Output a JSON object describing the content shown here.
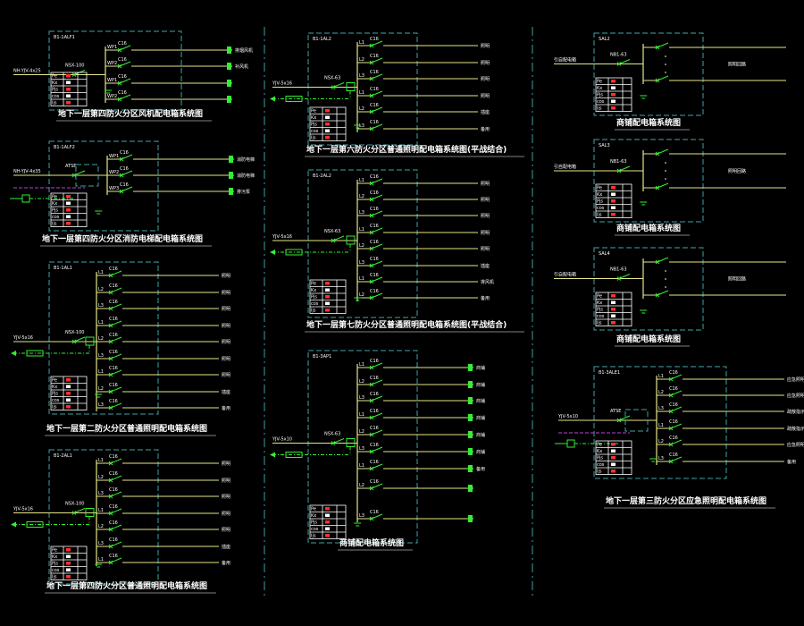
{
  "drawing": {
    "background": "#000000",
    "colors": {
      "wire": "#e6e68a",
      "frame": "#3fa3a3",
      "device": "#33ee33",
      "control": "#c040e0",
      "text": "#ffffff",
      "highlight": "#ff3030"
    }
  },
  "panels": [
    {
      "id": "p1",
      "code": "B1-1ALF1",
      "title": "地下一层第四防火分区风机配电箱系统图",
      "subtitle": "",
      "incoming": "NH-YJV-4x25",
      "main_breaker": "NSX-100",
      "circuits": [
        "WP1",
        "WP2"
      ],
      "loads": [
        "排烟风机",
        "补风机"
      ]
    },
    {
      "id": "p2",
      "code": "B1-1ALF2",
      "title": "地下一层第四防火分区消防电梯配电箱系统图",
      "incoming": "NH-YJV-4x35",
      "main_breaker": "ATSE",
      "circuits": [
        "WP1",
        "WP2",
        "WP3"
      ],
      "loads": [
        "消防电梯",
        "消防电梯",
        "排污泵"
      ]
    },
    {
      "id": "p3",
      "code": "B1-1AL1",
      "title": "地下一层第二防火分区普通照明配电箱系统图",
      "incoming": "YJV-5x16",
      "main_breaker": "NSX-100",
      "circuits": [
        "L1",
        "L2",
        "L3",
        "L1",
        "L2",
        "L3",
        "L1",
        "L2",
        "L3"
      ],
      "loads": [
        "照明",
        "照明",
        "照明",
        "照明",
        "照明",
        "照明",
        "照明",
        "插座",
        "备用"
      ]
    },
    {
      "id": "p4",
      "code": "B1-2AL1",
      "title": "地下一层第四防火分区普通照明配电箱系统图",
      "incoming": "YJV-5x16",
      "main_breaker": "NSX-100",
      "circuits": [
        "L1",
        "L2",
        "L3",
        "L1",
        "L2",
        "L3",
        "L1"
      ],
      "loads": [
        "照明",
        "照明",
        "照明",
        "照明",
        "照明",
        "插座",
        "备用"
      ]
    },
    {
      "id": "p5",
      "code": "B1-1AL2",
      "title": "地下一层第六防火分区普通照明配电箱系统图(平战结合)",
      "incoming": "YJV-5x16",
      "main_breaker": "NSX-63",
      "circuits": [
        "L1",
        "L2",
        "L3",
        "L1",
        "L2",
        "L3"
      ],
      "loads": [
        "照明",
        "照明",
        "照明",
        "照明",
        "插座",
        "备用"
      ]
    },
    {
      "id": "p6",
      "code": "B1-2AL2",
      "title": "地下一层第七防火分区普通照明配电箱系统图(平战结合)",
      "incoming": "YJV-5x16",
      "main_breaker": "NSX-63",
      "circuits": [
        "L1",
        "L2",
        "L3",
        "L1",
        "L2",
        "L3",
        "L1",
        "L2"
      ],
      "loads": [
        "照明",
        "照明",
        "照明",
        "照明",
        "照明",
        "插座",
        "排风机",
        "备用"
      ]
    },
    {
      "id": "p7",
      "code": "B1-3AP1",
      "title": "商铺配电箱系统图",
      "incoming": "YJV-5x10",
      "main_breaker": "NSX-63",
      "circuits": [
        "L1",
        "L2",
        "L3",
        "L1",
        "L2",
        "L3",
        "L1",
        "L2",
        "L3"
      ],
      "loads": [
        "商铺",
        "商铺",
        "商铺",
        "商铺",
        "商铺",
        "商铺",
        "备用"
      ]
    },
    {
      "id": "p8",
      "code": "SAL2",
      "title": "商铺配电箱系统图",
      "incoming": "引自配电箱",
      "main_breaker": "NB1-63",
      "circuits": [
        "L1",
        "L2"
      ],
      "loads": [
        "照明回路"
      ]
    },
    {
      "id": "p9",
      "code": "SAL3",
      "title": "商铺配电箱系统图",
      "incoming": "引自配电箱",
      "main_breaker": "NB1-63",
      "circuits": [
        "L1",
        "L2"
      ],
      "loads": [
        "照明回路"
      ]
    },
    {
      "id": "p10",
      "code": "SAL4",
      "title": "商铺配电箱系统图",
      "incoming": "引自配电箱",
      "main_breaker": "NB1-63",
      "circuits": [
        "L1",
        "L2"
      ],
      "loads": [
        "照明回路"
      ]
    },
    {
      "id": "p11",
      "code": "B1-3ALE1",
      "title": "地下一层第三防火分区应急照明配电箱系统图",
      "incoming": "YJV-5x10",
      "main_breaker": "ATSE",
      "circuits": [
        "L1",
        "L2",
        "L3",
        "L1",
        "L2",
        "L3"
      ],
      "loads": [
        "应急照明",
        "应急照明",
        "疏散指示",
        "疏散指示",
        "应急照明",
        "备用"
      ]
    }
  ],
  "data_table": {
    "rows": [
      "Pe",
      "Kx",
      "Pjs",
      "cos",
      "Ijs"
    ]
  }
}
